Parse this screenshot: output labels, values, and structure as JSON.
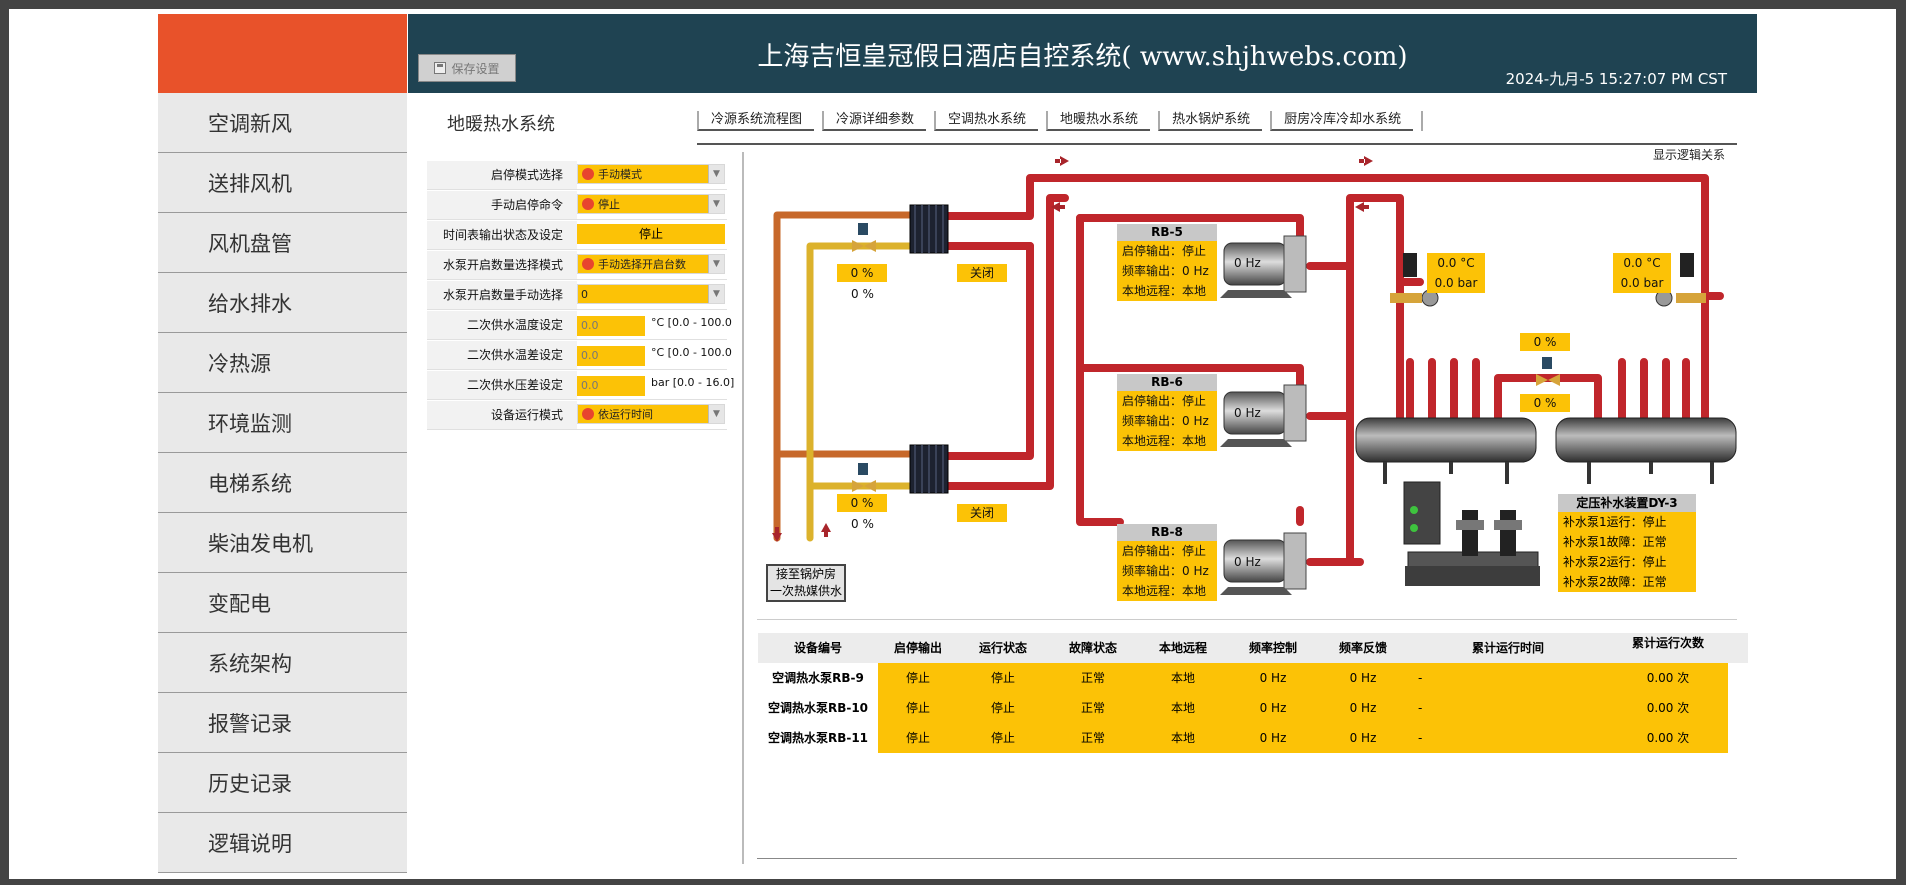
{
  "header": {
    "title": "上海吉恒皇冠假日酒店自控系统( www.shjhwebs.com)",
    "datetime": "2024-九月-5 15:27:07 PM CST",
    "save_label": "保存设置"
  },
  "sidebar": {
    "items": [
      {
        "label": "空调新风"
      },
      {
        "label": "送排风机"
      },
      {
        "label": "风机盘管"
      },
      {
        "label": "给水排水"
      },
      {
        "label": "冷热源"
      },
      {
        "label": "环境监测"
      },
      {
        "label": "电梯系统"
      },
      {
        "label": "柴油发电机"
      },
      {
        "label": "变配电"
      },
      {
        "label": "系统架构"
      },
      {
        "label": "报警记录"
      },
      {
        "label": "历史记录"
      },
      {
        "label": "逻辑说明"
      }
    ]
  },
  "page": {
    "title": "地暖热水系统",
    "show_logic": "显示逻辑关系"
  },
  "tabs": [
    {
      "label": "冷源系统流程图"
    },
    {
      "label": "冷源详细参数"
    },
    {
      "label": "空调热水系统"
    },
    {
      "label": "地暖热水系统"
    },
    {
      "label": "热水锅炉系统"
    },
    {
      "label": "厨房冷库冷却水系统"
    }
  ],
  "form": {
    "start_mode": {
      "label": "启停模式选择",
      "value": "手动模式"
    },
    "manual_cmd": {
      "label": "手动启停命令",
      "value": "停止"
    },
    "schedule": {
      "label": "时间表输出状态及设定",
      "value": "停止"
    },
    "pump_select_mode": {
      "label": "水泵开启数量选择模式",
      "value": "手动选择开启台数"
    },
    "pump_manual": {
      "label": "水泵开启数量手动选择",
      "value": "0"
    },
    "supply_temp": {
      "label": "二次供水温度设定",
      "value": "0.0",
      "unit": "°C [0.0 - 100.0"
    },
    "supply_temp_diff": {
      "label": "二次供水温差设定",
      "value": "0.0",
      "unit": "°C [0.0 - 100.0"
    },
    "supply_press_diff": {
      "label": "二次供水压差设定",
      "value": "0.0",
      "unit": "bar [0.0 - 16.0]"
    },
    "run_mode": {
      "label": "设备运行模式",
      "value": "依运行时间"
    }
  },
  "diagram": {
    "hx1": {
      "valve": "0 %",
      "feedback": "0 %",
      "state": "关闭"
    },
    "hx2": {
      "valve": "0 %",
      "feedback": "0 %",
      "state": "关闭"
    },
    "pumps": [
      {
        "name": "RB-5",
        "l1": "启停输出：停止",
        "l2": "频率输出：0 Hz",
        "l3": "本地远程：本地",
        "hz": "0 Hz"
      },
      {
        "name": "RB-6",
        "l1": "启停输出：停止",
        "l2": "频率输出：0 Hz",
        "l3": "本地远程：本地",
        "hz": "0 Hz"
      },
      {
        "name": "RB-8",
        "l1": "启停输出：停止",
        "l2": "频率输出：0 Hz",
        "l3": "本地远程：本地",
        "hz": "0 Hz"
      }
    ],
    "sensor_left": {
      "temp": "0.0 °C",
      "press": "0.0 bar"
    },
    "sensor_right": {
      "temp": "0.0 °C",
      "press": "0.0 bar"
    },
    "bypass": {
      "valve": "0 %",
      "feedback": "0 %"
    },
    "boiler_label_1": "接至锅炉房",
    "boiler_label_2": "一次热媒供水",
    "dy": {
      "title": "定压补水装置DY-3",
      "lines": [
        "补水泵1运行：停止",
        "补水泵1故障：正常",
        "补水泵2运行：停止",
        "补水泵2故障：正常"
      ]
    }
  },
  "table": {
    "headers": [
      "设备编号",
      "启停输出",
      "运行状态",
      "故障状态",
      "本地远程",
      "频率控制",
      "频率反馈",
      "累计运行时间",
      "累计运行次数"
    ],
    "rows": [
      [
        "空调热水泵RB-9",
        "停止",
        "停止",
        "正常",
        "本地",
        "0 Hz",
        "0 Hz",
        "-",
        "0.00 次"
      ],
      [
        "空调热水泵RB-10",
        "停止",
        "停止",
        "正常",
        "本地",
        "0 Hz",
        "0 Hz",
        "-",
        "0.00 次"
      ],
      [
        "空调热水泵RB-11",
        "停止",
        "停止",
        "正常",
        "本地",
        "0 Hz",
        "0 Hz",
        "-",
        "0.00 次"
      ]
    ]
  },
  "colors": {
    "accent": "#e8522a",
    "header": "#1f4352",
    "highlight": "#fcc206",
    "pipe": "#c0262b"
  }
}
